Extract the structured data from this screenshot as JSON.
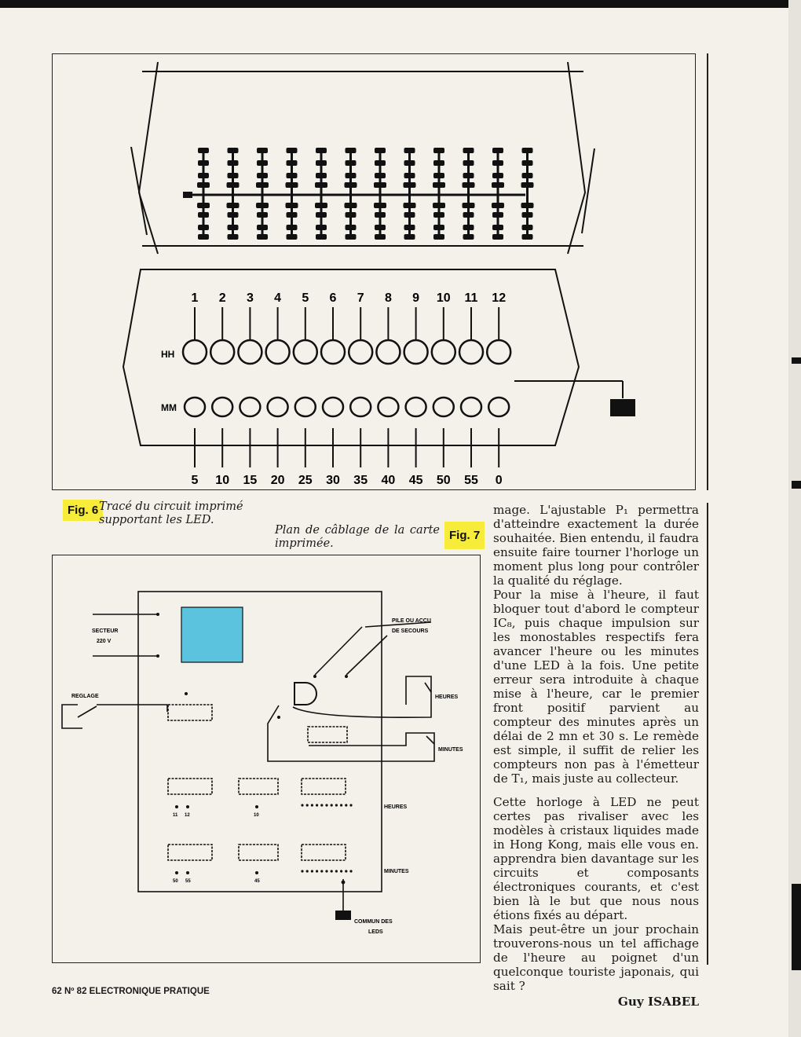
{
  "fig6": {
    "badge": "Fig. 6",
    "caption": "Tracé du circuit imprimé supportant les LED.",
    "hh_label": "HH",
    "mm_label": "MM",
    "hours": [
      "1",
      "2",
      "3",
      "4",
      "5",
      "6",
      "7",
      "8",
      "9",
      "10",
      "11",
      "12"
    ],
    "minutes": [
      "5",
      "10",
      "15",
      "20",
      "25",
      "30",
      "35",
      "40",
      "45",
      "50",
      "55",
      "0"
    ]
  },
  "fig7": {
    "badge": "Fig. 7",
    "caption": "Plan de câblage de la carte imprimée.",
    "labels": {
      "secteur": "SECTEUR",
      "volts": "220 V",
      "reglage": "REGLAGE",
      "pile": "PILE OU ACCU",
      "secours": "DE SECOURS",
      "heures_switch": "HEURES",
      "minutes_switch": "MINUTES",
      "heures_leds": "HEURES",
      "minutes_leds": "MINUTES",
      "commun": "COMMUN DES",
      "leds": "LEDS"
    },
    "pin_labels": [
      "11",
      "12",
      "10",
      "50",
      "55",
      "45"
    ],
    "accent_color": "#5cc3de"
  },
  "article": {
    "paragraphs": [
      "mage. L'ajustable P₁ permettra d'atteindre exactement la durée souhaitée. Bien entendu, il faudra ensuite faire tourner l'horloge un moment plus long pour contrôler la qualité du réglage.",
      "Pour la mise à l'heure, il faut bloquer tout d'abord le compteur IC₈, puis chaque impulsion sur les monostables respectifs fera avancer l'heure ou les minutes d'une LED à la fois. Une petite erreur sera introduite à chaque mise à l'heure, car le premier front positif parvient au compteur des minutes après un délai de 2 mn et 30 s. Le remède est simple, il suffit de relier les compteurs non pas à l'émetteur de T₁, mais juste au collecteur.",
      "Cette horloge à LED ne peut certes pas rivaliser avec les modèles à cristaux liquides made in Hong Kong, mais elle vous en. apprendra bien davantage sur les circuits et composants électroniques courants, et c'est bien là le but que nous nous étions fixés au départ.",
      "Mais peut-être un jour prochain trouverons-nous un tel affichage de l'heure au poignet d'un quelconque touriste japonais, qui sait ?"
    ],
    "signature": "Guy ISABEL"
  },
  "footer": "62 Nº 82 ELECTRONIQUE PRATIQUE"
}
